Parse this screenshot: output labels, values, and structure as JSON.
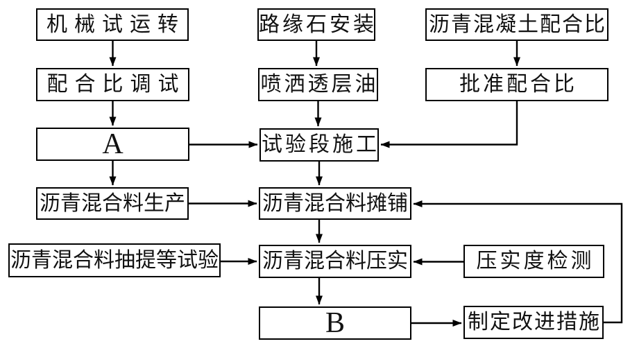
{
  "diagram": {
    "title": "asphalt-trial-section-construction-flowchart",
    "colors": {
      "line": "#000000",
      "box_border": "#000000",
      "box_bg": "#ffffff",
      "page_bg": "#ffffff"
    },
    "nodes": {
      "machine_trial_run": {
        "label": "机械试运转"
      },
      "curb_installation": {
        "label": "路缘石安装"
      },
      "asphalt_concrete_mix_ratio": {
        "label": "沥青混凝土配合比"
      },
      "mix_ratio_debugging": {
        "label": "配合比调试"
      },
      "spray_prime_coat": {
        "label": "喷洒透层油"
      },
      "approved_mix_ratio": {
        "label": "批准配合比"
      },
      "node_a": {
        "label": "A"
      },
      "trial_section_construction": {
        "label": "试验段施工"
      },
      "mixture_production": {
        "label": "沥青混合料生产"
      },
      "mixture_paving": {
        "label": "沥青混合料摊铺"
      },
      "mixture_extraction_tests": {
        "label": "沥青混合料抽提等试验"
      },
      "mixture_compaction": {
        "label": "沥青混合料压实"
      },
      "compaction_degree_detection": {
        "label": "压实度检测"
      },
      "node_b": {
        "label": "B"
      },
      "improvement_measures": {
        "label": "制定改进措施"
      }
    },
    "edges": [
      {
        "from": "machine_trial_run",
        "to": "mix_ratio_debugging"
      },
      {
        "from": "mix_ratio_debugging",
        "to": "node_a"
      },
      {
        "from": "node_a",
        "to": "mixture_production"
      },
      {
        "from": "node_a",
        "to": "trial_section_construction"
      },
      {
        "from": "curb_installation",
        "to": "spray_prime_coat"
      },
      {
        "from": "spray_prime_coat",
        "to": "trial_section_construction"
      },
      {
        "from": "asphalt_concrete_mix_ratio",
        "to": "approved_mix_ratio"
      },
      {
        "from": "approved_mix_ratio",
        "to": "trial_section_construction"
      },
      {
        "from": "trial_section_construction",
        "to": "mixture_paving"
      },
      {
        "from": "mixture_production",
        "to": "mixture_paving"
      },
      {
        "from": "mixture_paving",
        "to": "mixture_compaction"
      },
      {
        "from": "mixture_extraction_tests",
        "to": "mixture_compaction"
      },
      {
        "from": "compaction_degree_detection",
        "to": "mixture_compaction"
      },
      {
        "from": "mixture_compaction",
        "to": "node_b"
      },
      {
        "from": "node_b",
        "to": "improvement_measures"
      },
      {
        "from": "improvement_measures",
        "to": "mixture_paving"
      }
    ]
  }
}
